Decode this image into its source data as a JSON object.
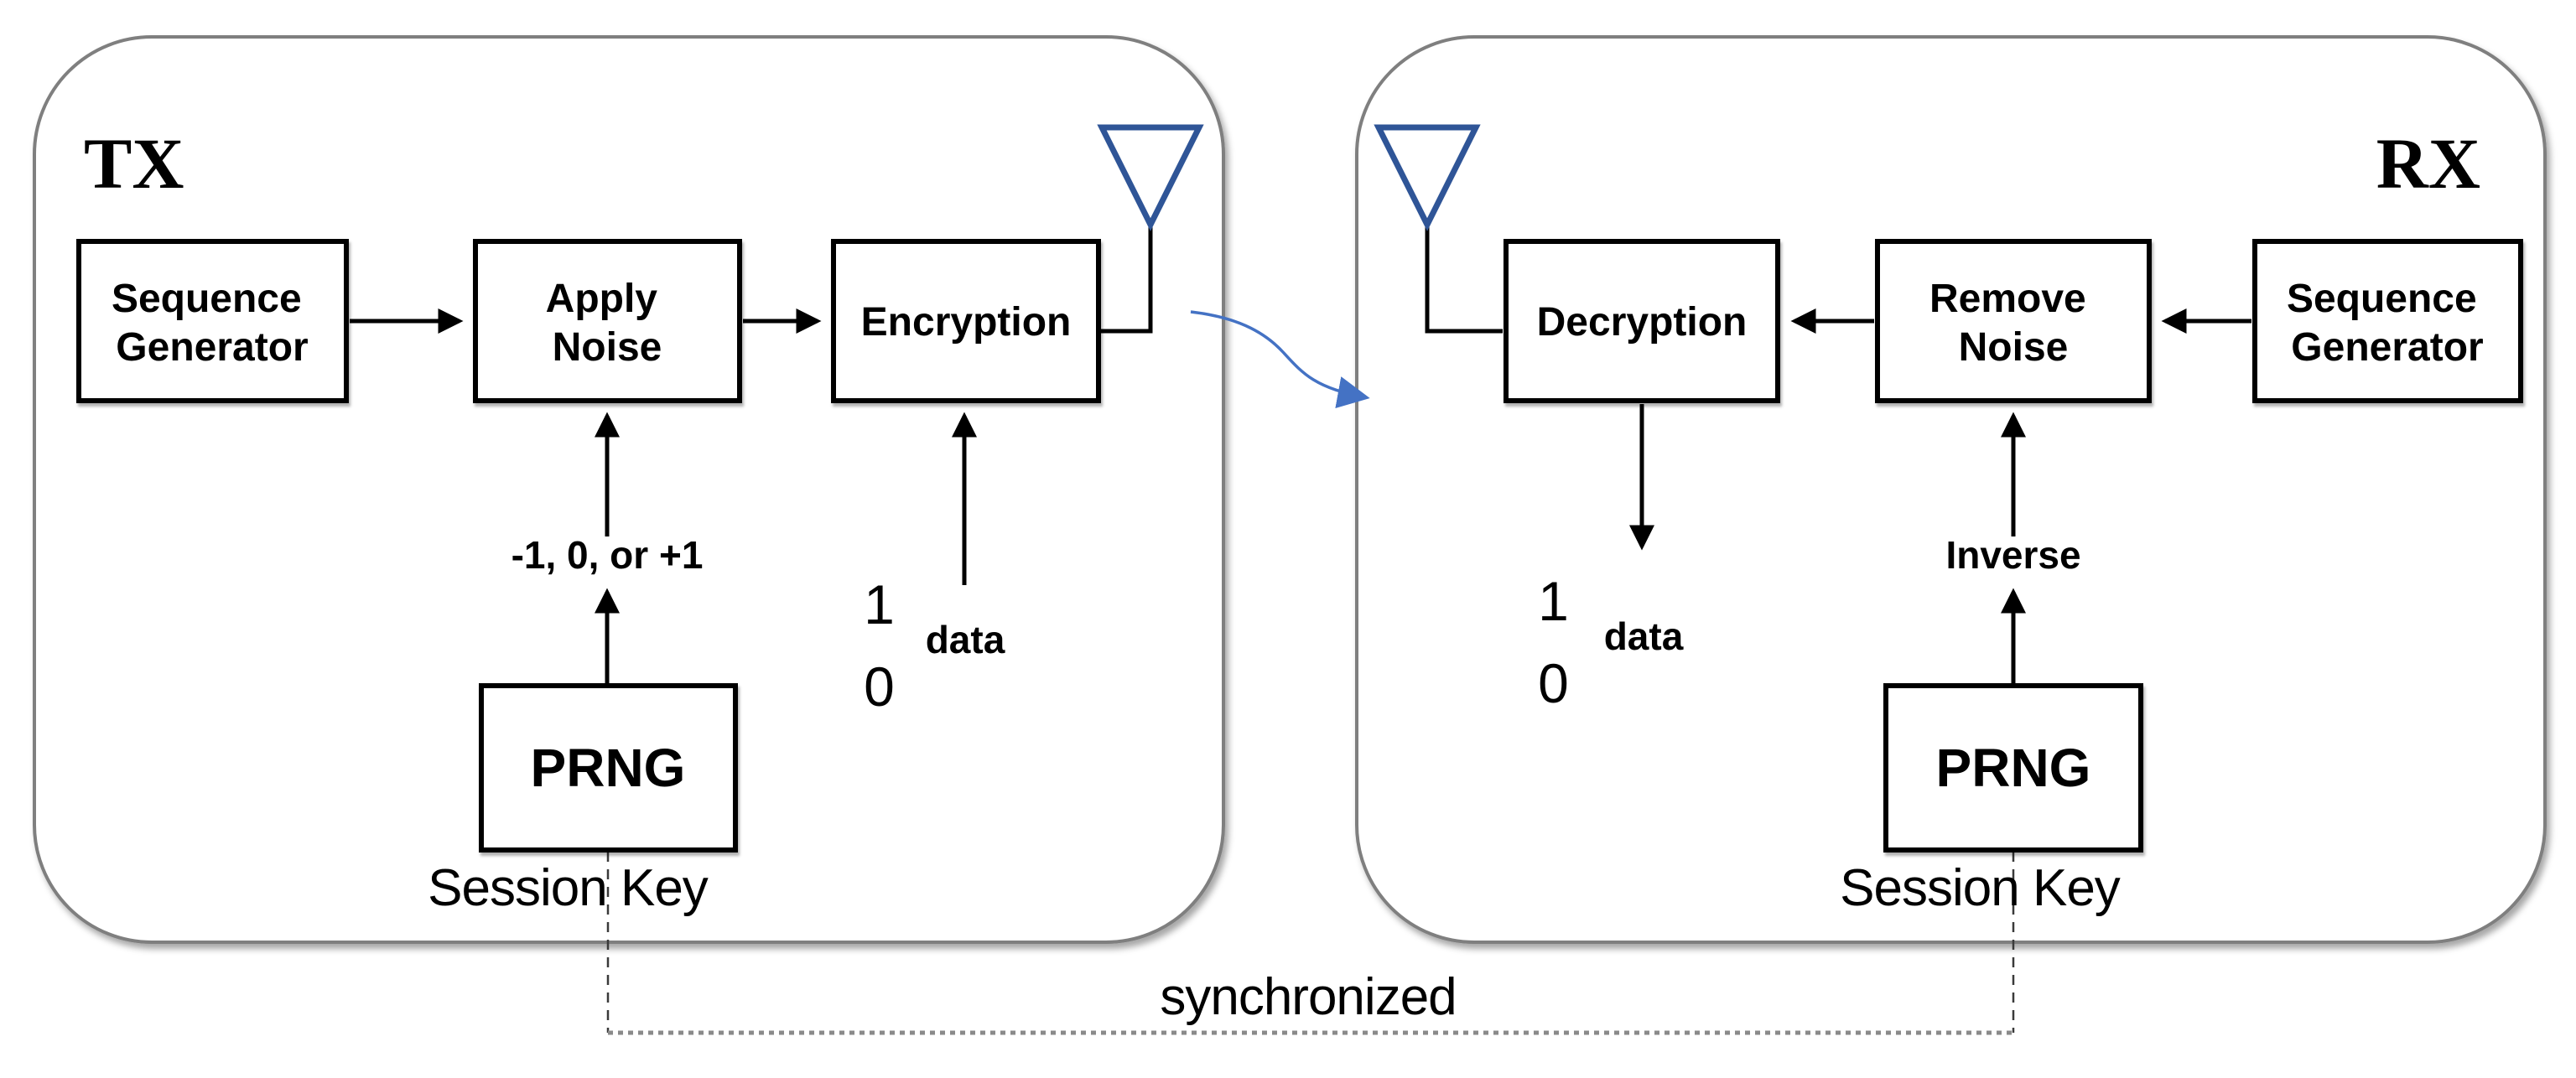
{
  "colors": {
    "panel_border_gray": "#7F7F7F",
    "box_border_black": "#000000",
    "antenna_blue": "#2F5597",
    "channel_arrow_blue": "#4472C4",
    "sync_line_gray": "#8A8A8A",
    "dashed_line_dark": "#3A3A3A"
  },
  "tx": {
    "panel_label": "TX",
    "sequence_generator_line1": "Sequence",
    "sequence_generator_line2": "Generator",
    "apply_noise_line1": "Apply",
    "apply_noise_line2": "Noise",
    "encryption_label": "Encryption",
    "noise_values_label": "-1, 0, or +1",
    "prng_label": "PRNG",
    "session_key_label": "Session Key",
    "data_bit_top": "1",
    "data_bit_bottom": "0",
    "data_label": "data"
  },
  "rx": {
    "panel_label": "RX",
    "decryption_label": "Decryption",
    "remove_noise_line1": "Remove",
    "remove_noise_line2": "Noise",
    "sequence_generator_line1": "Sequence",
    "sequence_generator_line2": "Generator",
    "inverse_label": "Inverse",
    "prng_label": "PRNG",
    "session_key_label": "Session Key",
    "data_bit_top": "1",
    "data_bit_bottom": "0",
    "data_label": "data"
  },
  "channel": {
    "sync_label": "synchronized"
  }
}
